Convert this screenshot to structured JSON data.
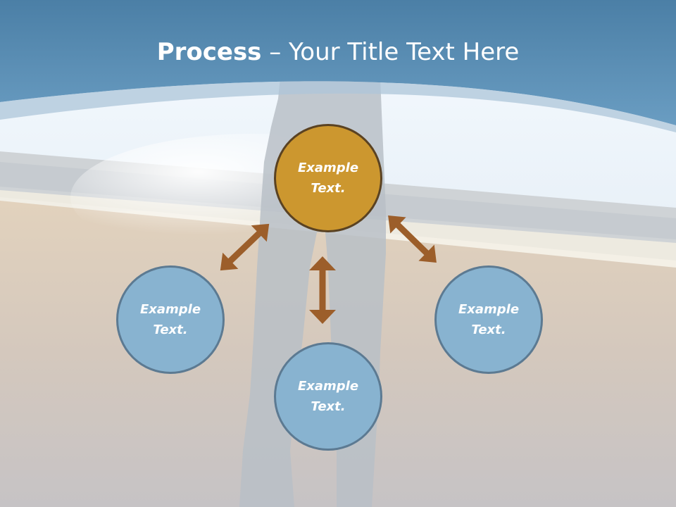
{
  "title": {
    "bold": "Process",
    "rest": " – Your Title Text Here"
  },
  "nodes": {
    "center": {
      "line1": "Example",
      "line2": "Text."
    },
    "left": {
      "line1": "Example",
      "line2": "Text."
    },
    "right": {
      "line1": "Example",
      "line2": "Text."
    },
    "bottom": {
      "line1": "Example",
      "line2": "Text."
    }
  },
  "colors": {
    "header_blue": "#5b8fb5",
    "main_node": "#cc972f",
    "sub_node": "#88b3d0",
    "arrow": "#9c5e2a"
  }
}
